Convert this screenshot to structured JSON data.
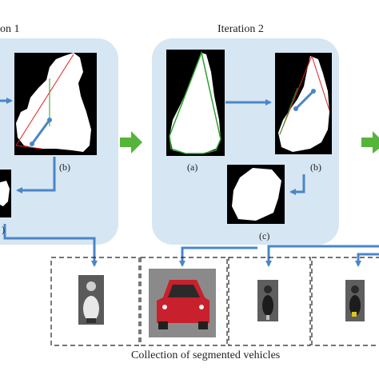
{
  "iterations": [
    {
      "title": "on 1",
      "labels": {
        "b": "(b)",
        "c": ")"
      }
    },
    {
      "title": "Iteration 2",
      "labels": {
        "a": "(a)",
        "b": "(b)",
        "c": "(c)"
      }
    }
  ],
  "collection": {
    "caption": "Collection of segmented vehicles"
  },
  "colors": {
    "panel": "#d6e6f2",
    "arrow": "#4a86c8",
    "next_arrow": "#56b43a",
    "hull_red": "#e02020",
    "hull_green": "#2ca02c",
    "mask_bg": "#000000",
    "mask_fg": "#ffffff",
    "car_red": "#c8202c"
  }
}
